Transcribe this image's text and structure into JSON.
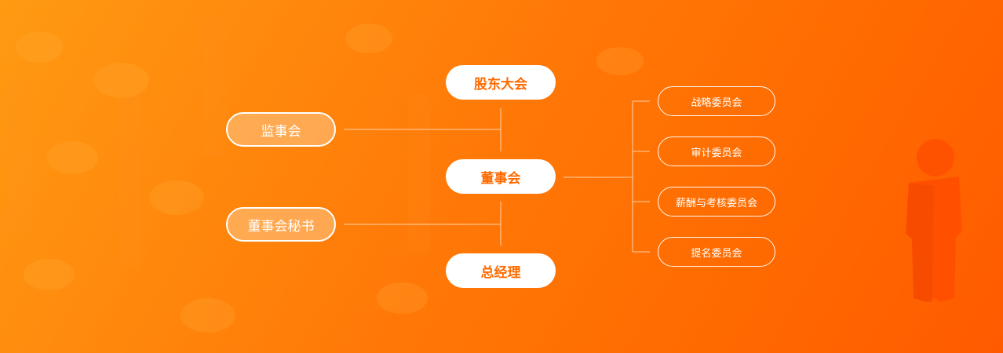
{
  "diagram": {
    "center": {
      "shareholders": "股东大会",
      "board": "董事会",
      "manager": "总经理"
    },
    "left": {
      "supervisors": "监事会",
      "secretary": "董事会秘书"
    },
    "committees": [
      "战略委员会",
      "审计委员会",
      "薪酬与考核委员会",
      "提名委员会"
    ]
  },
  "colors": {
    "accent": "#ff6a00",
    "background_start": "#ff9a12",
    "background_end": "#ff5a00",
    "line": "#ffd2a8",
    "node_text": "#ffffff"
  }
}
